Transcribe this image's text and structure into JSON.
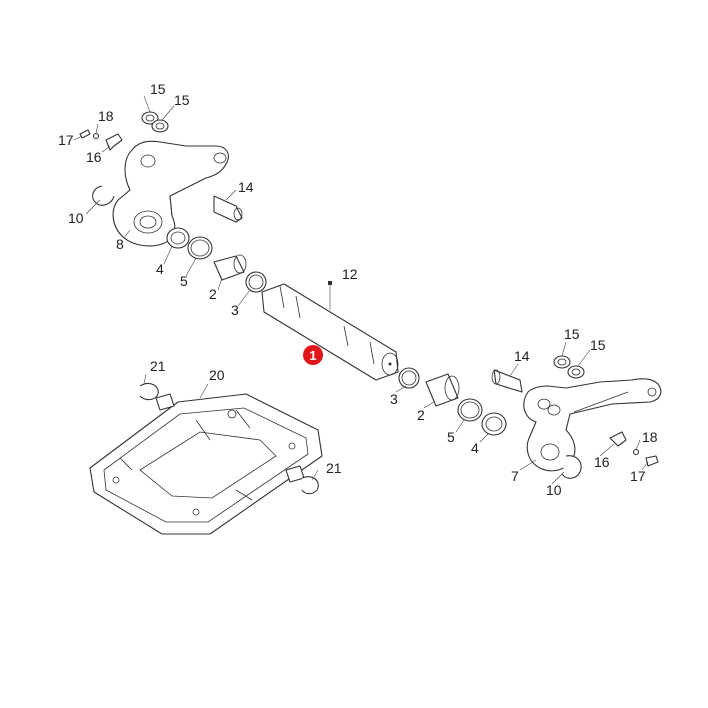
{
  "highlight": {
    "label": "1",
    "color": "#e0161b"
  },
  "callouts": {
    "c2a": "2",
    "c3a": "3",
    "c4a": "4",
    "c5a": "5",
    "c8": "8",
    "c10a": "10",
    "c12": "12",
    "c14a": "14",
    "c15a": "15",
    "c15b": "15",
    "c16a": "16",
    "c17a": "17",
    "c18a": "18",
    "c2b": "2",
    "c3b": "3",
    "c4b": "4",
    "c5b": "5",
    "c7": "7",
    "c10b": "10",
    "c14b": "14",
    "c15c": "15",
    "c15d": "15",
    "c16b": "16",
    "c17b": "17",
    "c18b": "18",
    "c20": "20",
    "c21a": "21",
    "c21b": "21"
  }
}
